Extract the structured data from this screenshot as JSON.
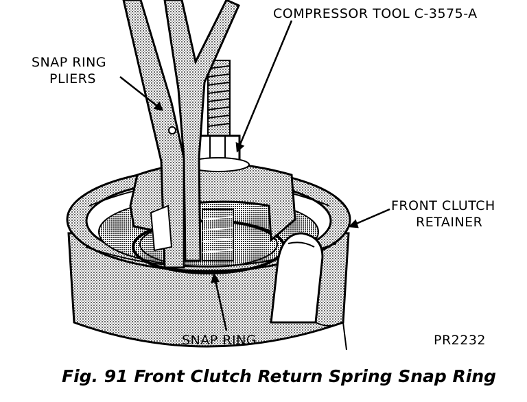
{
  "labels": {
    "snap_ring_pliers": [
      "SNAP RING",
      "PLIERS"
    ],
    "compressor_tool": "COMPRESSOR TOOL C-3575-A",
    "front_clutch_retainer": [
      "FRONT CLUTCH",
      "RETAINER"
    ],
    "snap_ring": "SNAP RING",
    "figure_code": "PR2232"
  },
  "caption": "Fig. 91 Front Clutch Return Spring Snap Ring",
  "colors": {
    "ink": "#000000",
    "paper": "#ffffff",
    "shade": "#9a9a9a"
  }
}
